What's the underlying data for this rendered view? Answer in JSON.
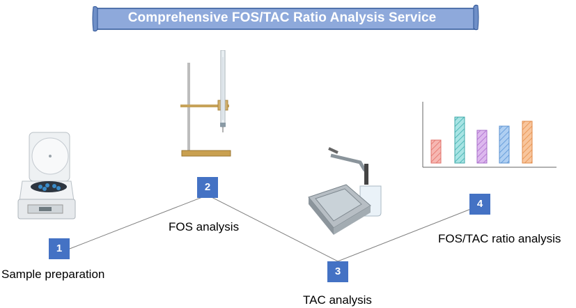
{
  "title": "Comprehensive FOS/TAC Ratio Analysis Service",
  "steps": [
    {
      "number": "1",
      "label": "Sample preparation",
      "icon": "centrifuge-icon"
    },
    {
      "number": "2",
      "label": "FOS analysis",
      "icon": "titration-stand-icon"
    },
    {
      "number": "3",
      "label": "TAC analysis",
      "icon": "ph-meter-icon"
    },
    {
      "number": "4",
      "label": "FOS/TAC ratio analysis",
      "icon": "bar-chart-icon"
    }
  ],
  "colors": {
    "banner_fill": "#8EA9DB",
    "banner_stroke": "#2F5597",
    "badge": "#4472C4",
    "connector": "#7F7F7F"
  }
}
